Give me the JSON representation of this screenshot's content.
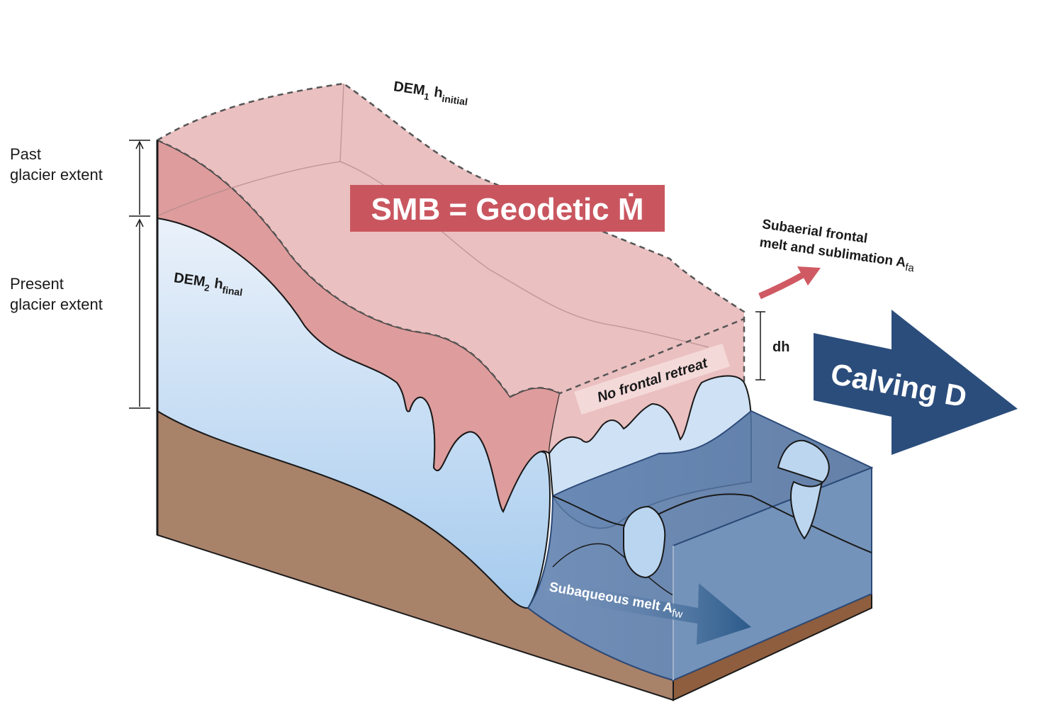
{
  "labels": {
    "past_extent": [
      "Past",
      "glacier extent"
    ],
    "present_extent": [
      "Present",
      "glacier extent"
    ],
    "dem1": {
      "main": "DEM",
      "sub": "1",
      "h": "h",
      "hsub": "initial"
    },
    "dem2": {
      "main": "DEM",
      "sub": "2",
      "h": "h",
      "hsub": "final"
    },
    "smb": "SMB = Geodetic Ṁ",
    "no_retreat": "No frontal retreat",
    "subaerial": [
      "Subaerial frontal",
      "melt and sublimation A"
    ],
    "subaerial_sub": "fa",
    "dh": "dh",
    "calving": "Calving D",
    "subaqueous": "Subaqueous melt A",
    "subaqueous_sub": "fw"
  },
  "colors": {
    "past_ice": "#e8b4b6",
    "past_ice_side": "#dc9697",
    "present_ice_top": "#e6eff9",
    "present_ice_bottom": "#a9cdee",
    "bedrock": "#a9826a",
    "water": "#5b7ba6",
    "smb_box": "#c9565f",
    "calving_arrow": "#2b4d7c",
    "subaerial_arrow": "#d05a63"
  }
}
